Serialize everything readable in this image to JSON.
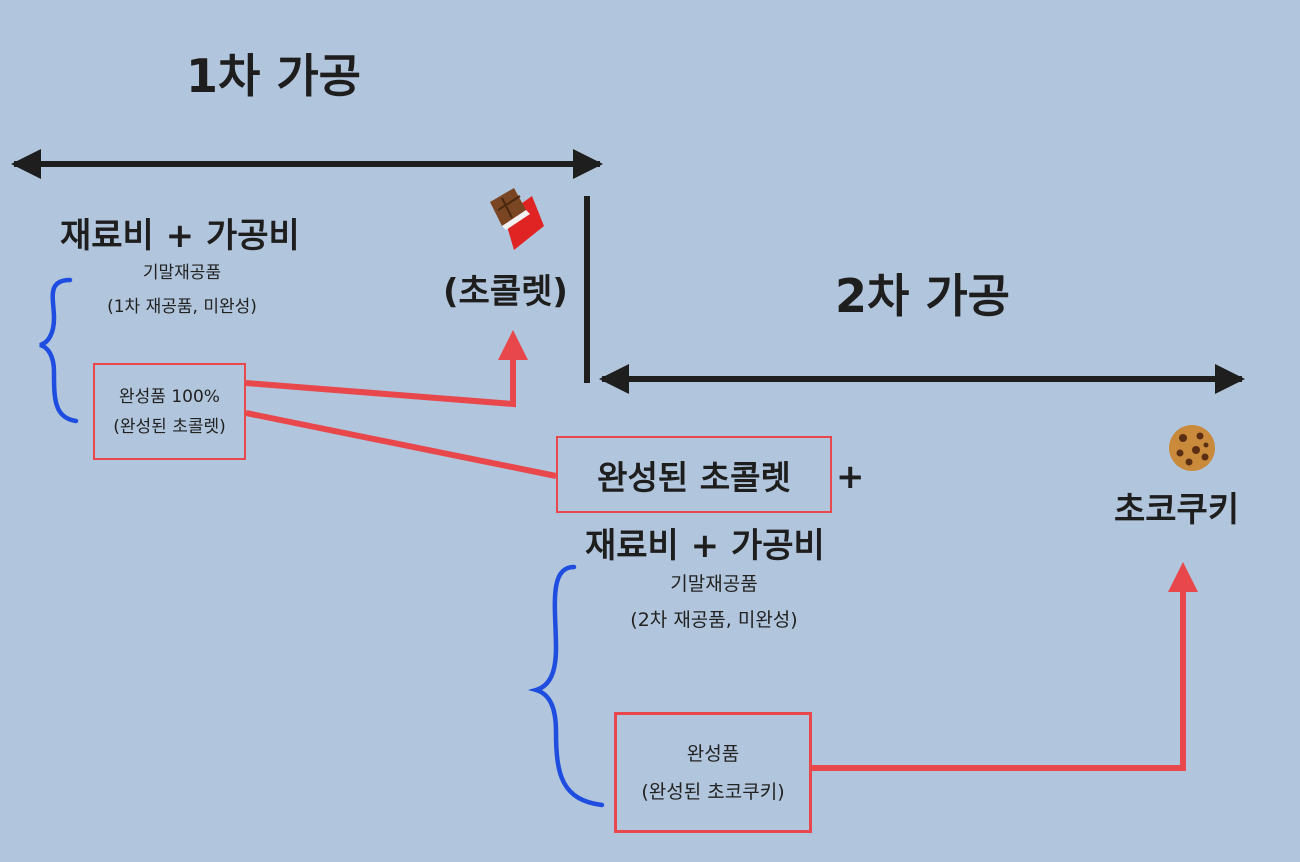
{
  "stage1": {
    "title": "1차 가공",
    "formula": "재료비 + 가공비",
    "wip_line1": "기말재공품",
    "wip_line2": "(1차 재공품, 미완성)",
    "finished_line1": "완성품 100%",
    "finished_line2": "(완성된 초콜렛)",
    "product_label": "(초콜렛)",
    "product_icon": "chocolate-bar-icon"
  },
  "stage2": {
    "title": "2차 가공",
    "input_boxed": "완성된 초콜렛",
    "input_plus": "+",
    "formula": "재료비 + 가공비",
    "wip_line1": "기말재공품",
    "wip_line2": "(2차 재공품, 미완성)",
    "finished_line1": "완성품",
    "finished_line2": "(완성된 초코쿠키)",
    "product_label": "초코쿠키",
    "product_icon": "cookie-icon"
  },
  "colors": {
    "background": "#b1c6dd",
    "arrow": "#1e1e1e",
    "highlight": "#e8484c",
    "brace": "#1f4de0"
  }
}
